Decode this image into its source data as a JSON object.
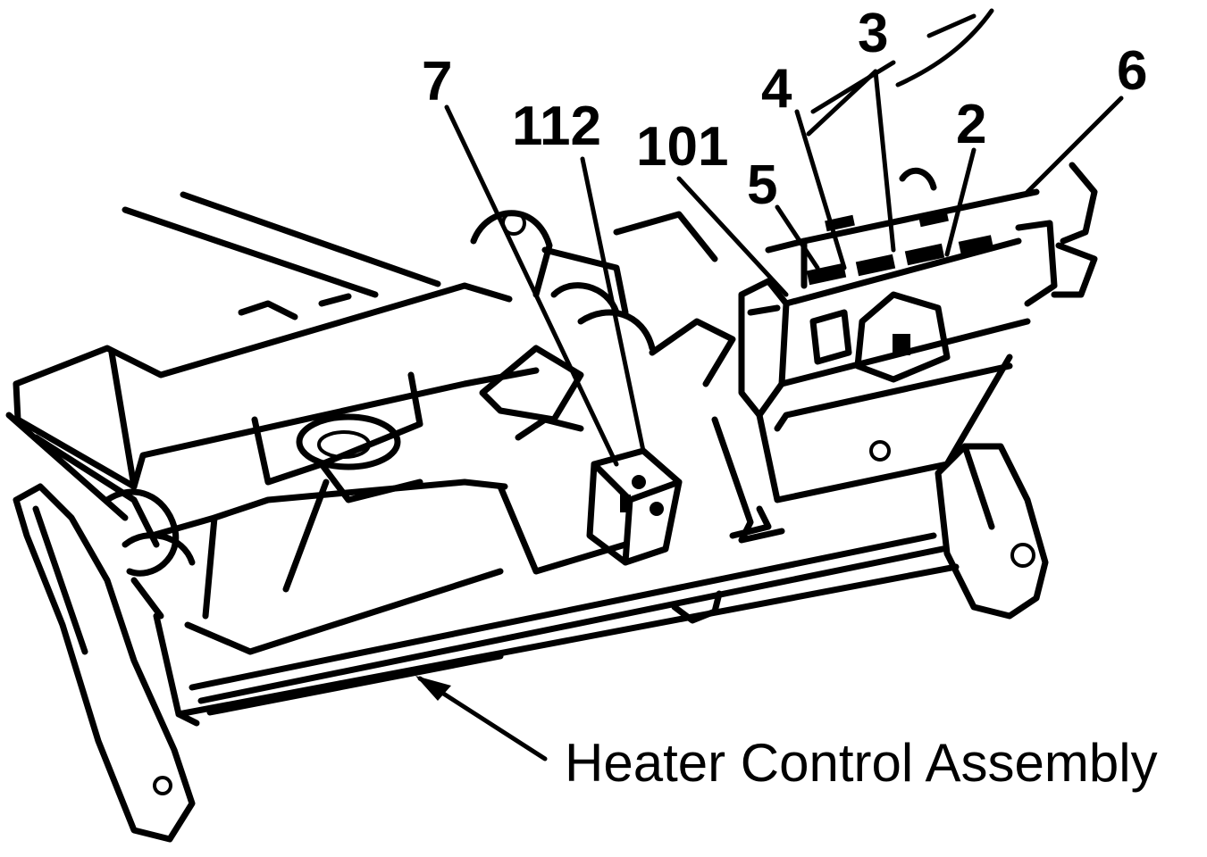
{
  "caption": "Heater Control Assembly",
  "callouts": {
    "c7": "7",
    "c112": "112",
    "c101": "101",
    "c5": "5",
    "c4": "4",
    "c3": "3",
    "c2": "2",
    "c6": "6"
  }
}
